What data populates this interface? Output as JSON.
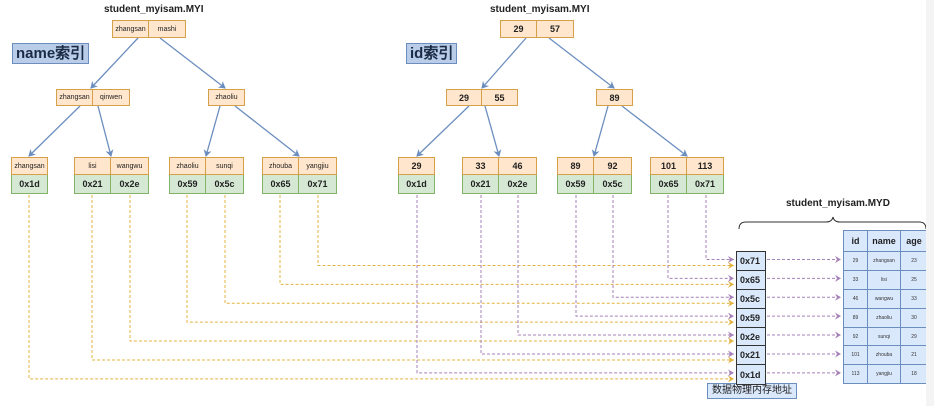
{
  "name_index": {
    "tag": "name索引",
    "file_title": "student_myisam.MYI",
    "root": [
      "zhangsan",
      "mashi"
    ],
    "level2": [
      {
        "keys": [
          "zhangsan",
          "qinwen"
        ]
      },
      {
        "keys": [
          "zhaoliu"
        ]
      }
    ],
    "leaves": [
      {
        "keys": [
          "zhangsan"
        ],
        "addrs": [
          "0x1d"
        ]
      },
      {
        "keys": [
          "lisi",
          "wangwu"
        ],
        "addrs": [
          "0x21",
          "0x2e"
        ]
      },
      {
        "keys": [
          "zhaoliu",
          "sunqi"
        ],
        "addrs": [
          "0x59",
          "0x5c"
        ]
      },
      {
        "keys": [
          "zhouba",
          "yangjiu"
        ],
        "addrs": [
          "0x65",
          "0x71"
        ]
      }
    ]
  },
  "id_index": {
    "tag": "id索引",
    "file_title": "student_myisam.MYI",
    "root": [
      "29",
      "57"
    ],
    "level2": [
      {
        "keys": [
          "29",
          "55"
        ]
      },
      {
        "keys": [
          "89"
        ]
      }
    ],
    "leaves": [
      {
        "keys": [
          "29"
        ],
        "addrs": [
          "0x1d"
        ]
      },
      {
        "keys": [
          "33",
          "46"
        ],
        "addrs": [
          "0x21",
          "0x2e"
        ]
      },
      {
        "keys": [
          "89",
          "92"
        ],
        "addrs": [
          "0x59",
          "0x5c"
        ]
      },
      {
        "keys": [
          "101",
          "113"
        ],
        "addrs": [
          "0x65",
          "0x71"
        ]
      }
    ]
  },
  "addresses": {
    "label": "数据物理内存地址",
    "items": [
      "0x71",
      "0x65",
      "0x5c",
      "0x59",
      "0x2e",
      "0x21",
      "0x1d"
    ]
  },
  "data_file": {
    "title": "student_myisam.MYD",
    "columns": [
      "id",
      "name",
      "age"
    ],
    "rows": [
      [
        "29",
        "zhangsan",
        "23"
      ],
      [
        "33",
        "lisi",
        "25"
      ],
      [
        "46",
        "wangwu",
        "33"
      ],
      [
        "89",
        "zhaoliu",
        "30"
      ],
      [
        "92",
        "sunqi",
        "29"
      ],
      [
        "101",
        "zhouba",
        "21"
      ],
      [
        "113",
        "yangjiu",
        "18"
      ]
    ]
  },
  "colors": {
    "key_fill": "#ffe6cc",
    "key_border": "#d6a04a",
    "addr_fill": "#d5e8d4",
    "addr_border": "#82b366",
    "tree_arrow": "#6c8ebf",
    "name_link": "#e3b341",
    "id_link": "#a680b8",
    "table_fill": "#dae8fc"
  }
}
